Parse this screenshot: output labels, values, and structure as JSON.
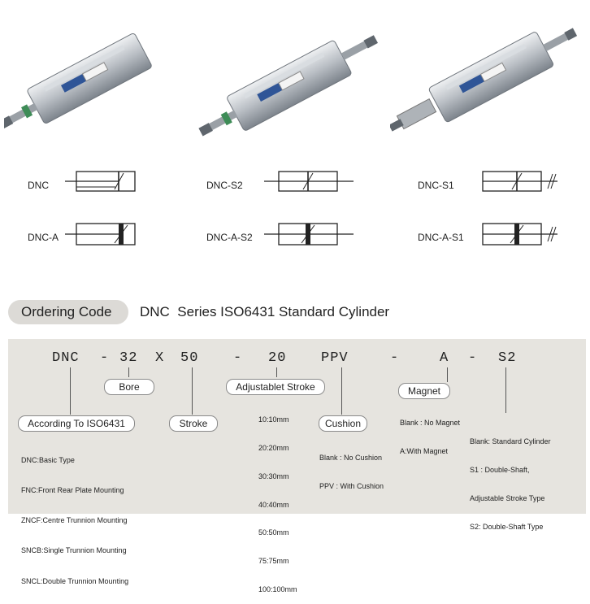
{
  "variants": [
    {
      "name": "DNC"
    },
    {
      "name": "DNC-S2"
    },
    {
      "name": "DNC-S1"
    },
    {
      "name": "DNC-A"
    },
    {
      "name": "DNC-A-S2"
    },
    {
      "name": "DNC-A-S1"
    }
  ],
  "ordering": {
    "badge": "Ordering Code",
    "title": "DNC  Series ISO6431 Standard Cylinder",
    "code_parts": [
      "DNC",
      "-",
      "32",
      "X",
      "50",
      "-",
      "20",
      "PPV",
      "-",
      "A",
      "-",
      "S2"
    ],
    "bore_label": "Bore",
    "stroke_label": "Stroke",
    "adj_stroke_label": "Adjustablet Stroke",
    "adj_stroke_options": [
      "10:10mm",
      "20:20mm",
      "30:30mm",
      "40:40mm",
      "50:50mm",
      "75:75mm",
      "100:100mm"
    ],
    "iso_label": "According To ISO6431",
    "iso_options": [
      "DNC:Basic Type",
      "FNC:Front Rear Plate Mounting",
      "ZNCF:Centre Trunnion Mounting",
      "SNCB:Single Trunnion Mounting",
      "SNCL:Double Trunnion Mounting"
    ],
    "cushion_label": "Cushion",
    "cushion_options": [
      "Blank : No Cushion",
      "PPV : With Cushion"
    ],
    "magnet_label": "Magnet",
    "magnet_options": [
      "Blank : No Magnet",
      "A:With Magnet"
    ],
    "shaft_options": [
      "Blank: Standard Cylinder",
      "S1 : Double-Shaft,",
      "Adjustable Stroke Type",
      "S2: Double-Shaft Type"
    ]
  },
  "colors": {
    "panel": "#e6e4df",
    "badge": "#dcdad6"
  }
}
